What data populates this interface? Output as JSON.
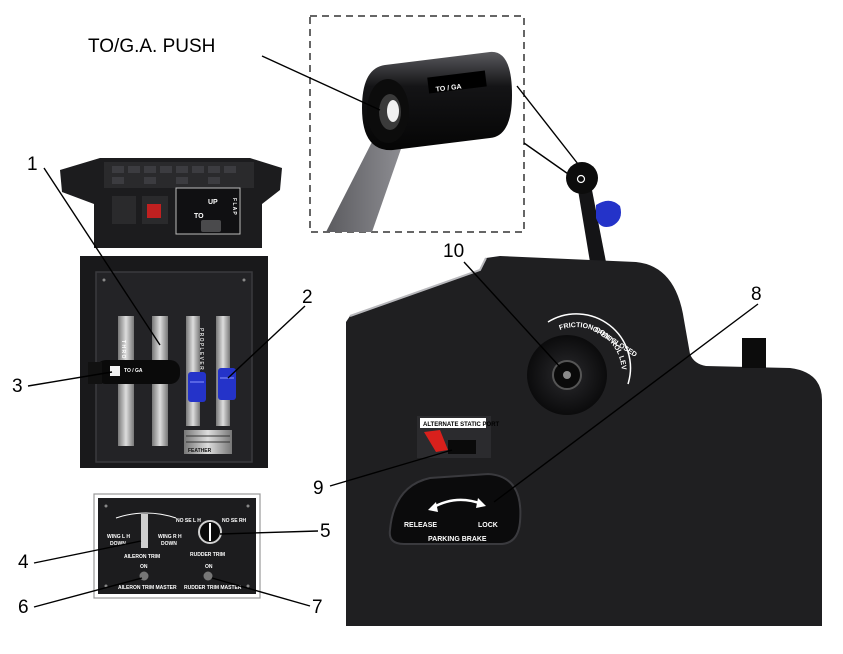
{
  "detail": {
    "title": "TO/G.A. PUSH",
    "knob_label": "TO / GA"
  },
  "callouts": [
    "1",
    "2",
    "3",
    "4",
    "5",
    "6",
    "7",
    "8",
    "9",
    "10"
  ],
  "pedestal": {
    "flap_up": "UP",
    "flap_to": "TO",
    "flap_side": "F L A P",
    "throttle_text": "T H R O T T L E",
    "prop_text": "P R O P L E V E R",
    "feather": "FEATHER",
    "toga_small": "TO / GA",
    "trim_panel": {
      "wing_lh": "WING L H",
      "down": "DOWN",
      "wing_rh": "WING R H",
      "aileron_trim": "AILERON TRIM",
      "on": "ON",
      "aileron_master": "AILERON TRIM MASTER",
      "nose_lh": "NO SE L H",
      "nose_rh": "NO SE RH",
      "rudder_trim": "RUDDER TRIM",
      "rudder_master": "RUDDER TRIM MASTER"
    }
  },
  "side_console": {
    "friction_label": "FRICTION CONTROL LEVER",
    "open_closed": "OPEN CLOSED",
    "alt_static": "ALTERNATE STATIC PORT",
    "release": "RELEASE",
    "lock": "LOCK",
    "parking_brake": "PARKING BRAKE"
  },
  "colors": {
    "console": "#1f1f21",
    "panel": "#2b2b2e",
    "knob_blue": "#2433c9",
    "warning_red": "#d8201c"
  }
}
